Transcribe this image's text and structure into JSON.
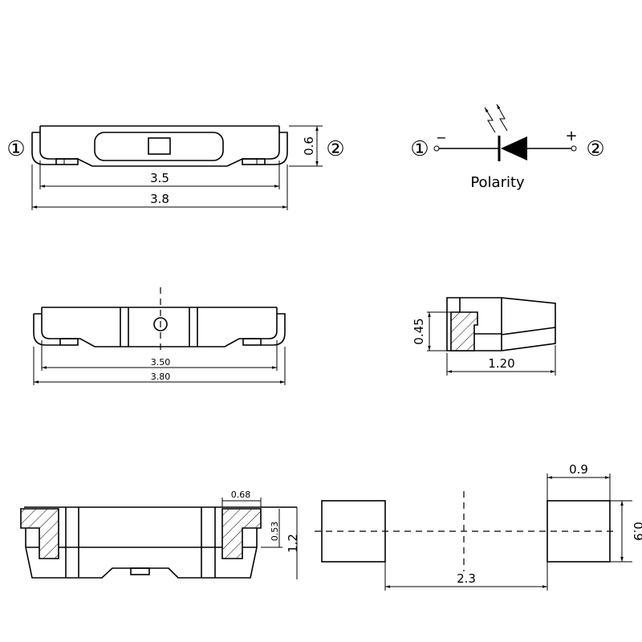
{
  "pins": {
    "pin1": "①",
    "pin2": "②"
  },
  "polarity": {
    "label": "Polarity",
    "minus": "−",
    "plus": "+"
  },
  "top_view": {
    "length_inner": "3.5",
    "length_outer": "3.8",
    "height": "0.6"
  },
  "front_view": {
    "length_inner": "3.50",
    "length_outer": "3.80"
  },
  "end_view": {
    "height": "0.45",
    "width": "1.20"
  },
  "section_view": {
    "pad_width": "0.68",
    "pad_height": "0.53",
    "total_height": "1.2"
  },
  "footprint": {
    "pad_width": "0.9",
    "pad_height": "0.9",
    "pitch": "2.3"
  }
}
